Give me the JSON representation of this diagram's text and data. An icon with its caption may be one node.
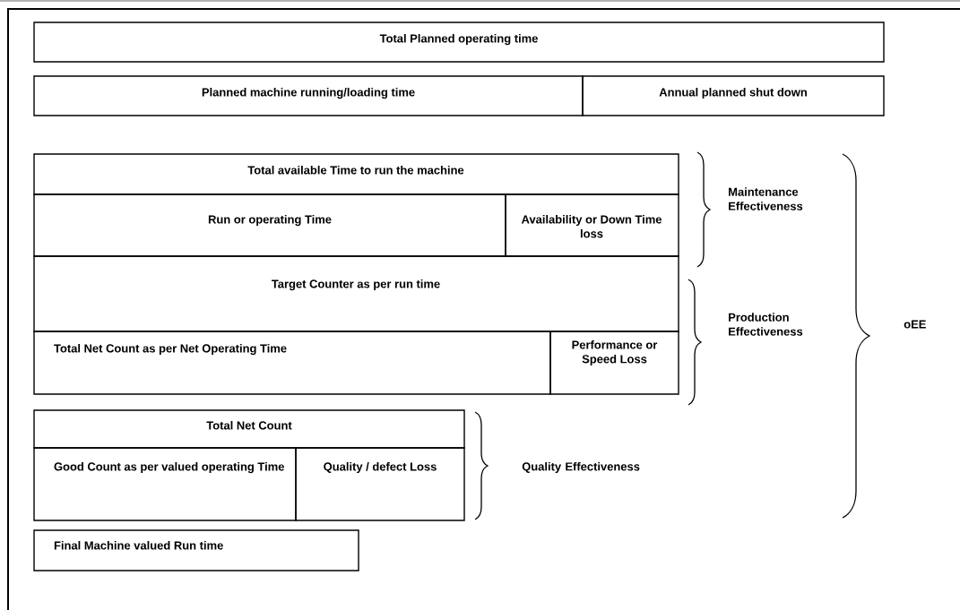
{
  "diagram": {
    "nodes": [
      {
        "text": [
          "Total Planned operating time"
        ]
      },
      {
        "text": [
          "Planned machine running/loading time"
        ]
      },
      {
        "text": [
          "Annual planned shut down"
        ]
      },
      {
        "text": [
          "Total available Time to run the machine"
        ]
      },
      {
        "text": [
          "Run or operating Time"
        ]
      },
      {
        "text": [
          "Availability or Down Time loss"
        ]
      },
      {
        "text": [
          "Target Counter as per run time"
        ]
      },
      {
        "text": [
          "Total Net Count as per Net Operating Time"
        ]
      },
      {
        "text": [
          "Performance or Speed Loss"
        ]
      },
      {
        "text": [
          "Total Net Count"
        ]
      },
      {
        "text": [
          "Good Count as per valued operating Time"
        ]
      },
      {
        "text": [
          "Quality / defect Loss"
        ]
      },
      {
        "text": [
          "Final Machine valued Run time"
        ]
      }
    ],
    "labels": [
      "Maintenance Effectiveness",
      "Production Effectiveness",
      "Quality Effectiveness",
      "oEE"
    ]
  }
}
